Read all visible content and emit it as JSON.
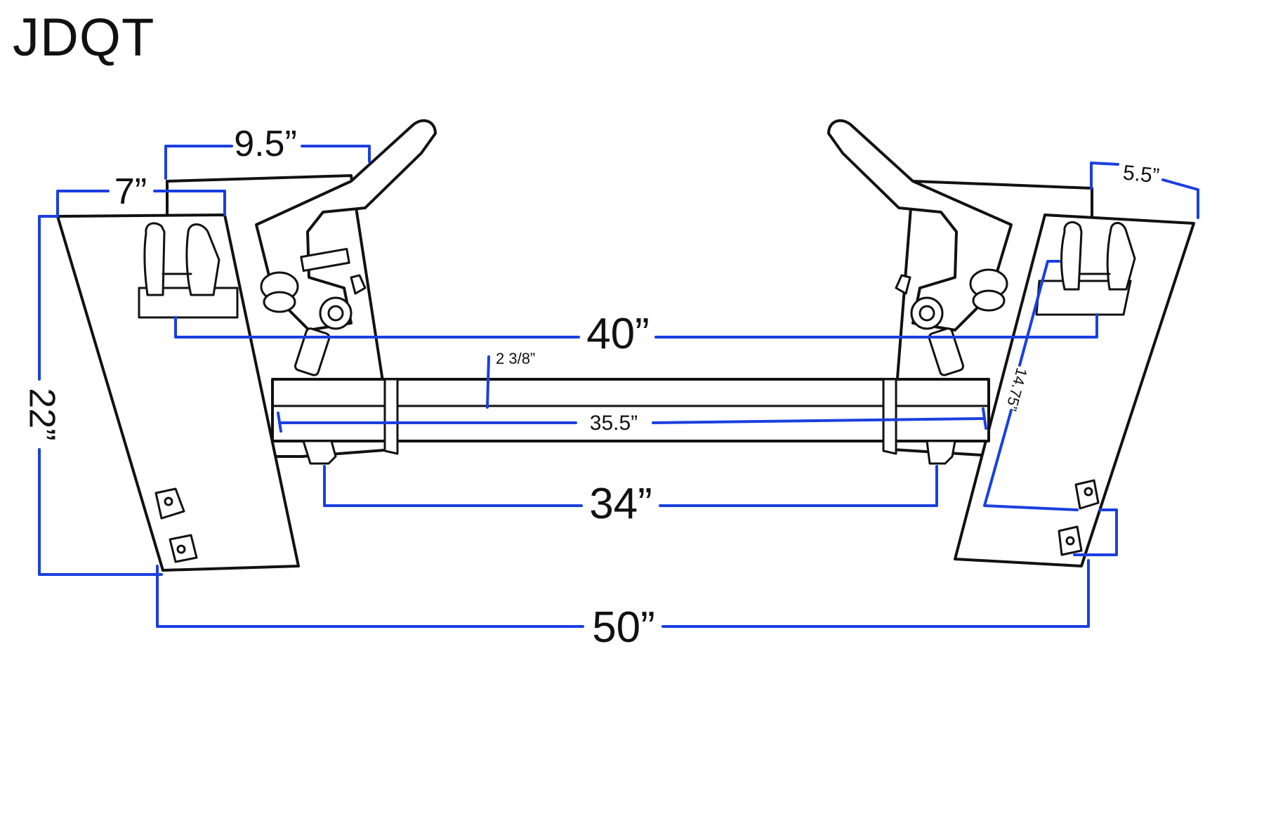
{
  "title": "JDQT",
  "dimensions": {
    "top_left_width": "9.5”",
    "left_plate_width": "7”",
    "right_top_width": "5.5”",
    "plate_height": "22”",
    "hook_span": "40”",
    "crossbar_height": "2 3/8”",
    "crossbar_length": "35.5”",
    "pin_span": "34”",
    "right_plate_diagonal": "14.75”",
    "overall_width": "50”"
  },
  "colors": {
    "dimension_line": "#1a3fe0",
    "line_art": "#111111",
    "background": "#ffffff"
  }
}
